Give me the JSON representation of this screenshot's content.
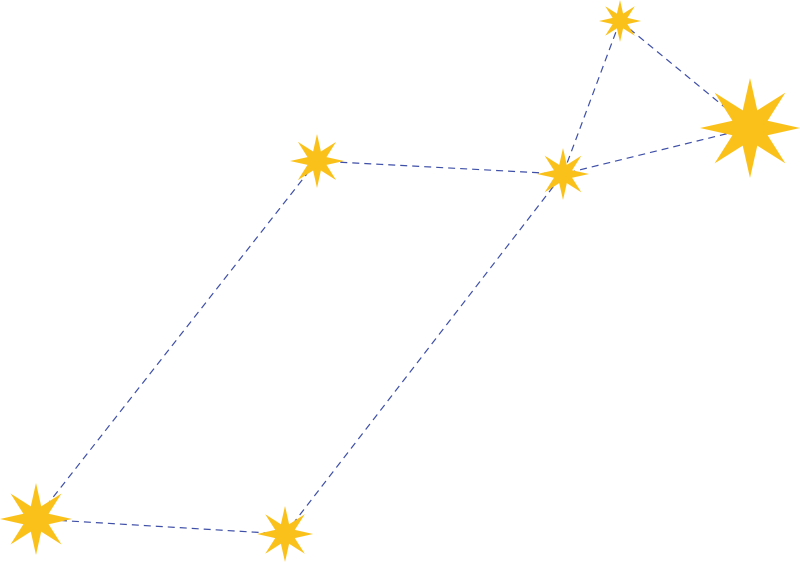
{
  "diagram": {
    "type": "constellation",
    "star_shape": "8-point-star",
    "colors": {
      "star": "#FBC11B",
      "line": "#3E4FA8",
      "background": "#FFFFFF"
    },
    "line_style": "dashed",
    "stars": [
      {
        "id": "s1"
      },
      {
        "id": "s2"
      },
      {
        "id": "s3"
      },
      {
        "id": "s4"
      },
      {
        "id": "s5"
      },
      {
        "id": "s6"
      }
    ],
    "connections": [
      [
        "s1",
        "s2"
      ],
      [
        "s1",
        "s3"
      ],
      [
        "s2",
        "s3"
      ],
      [
        "s3",
        "s4"
      ],
      [
        "s4",
        "s5"
      ],
      [
        "s5",
        "s6"
      ],
      [
        "s6",
        "s3"
      ]
    ]
  }
}
